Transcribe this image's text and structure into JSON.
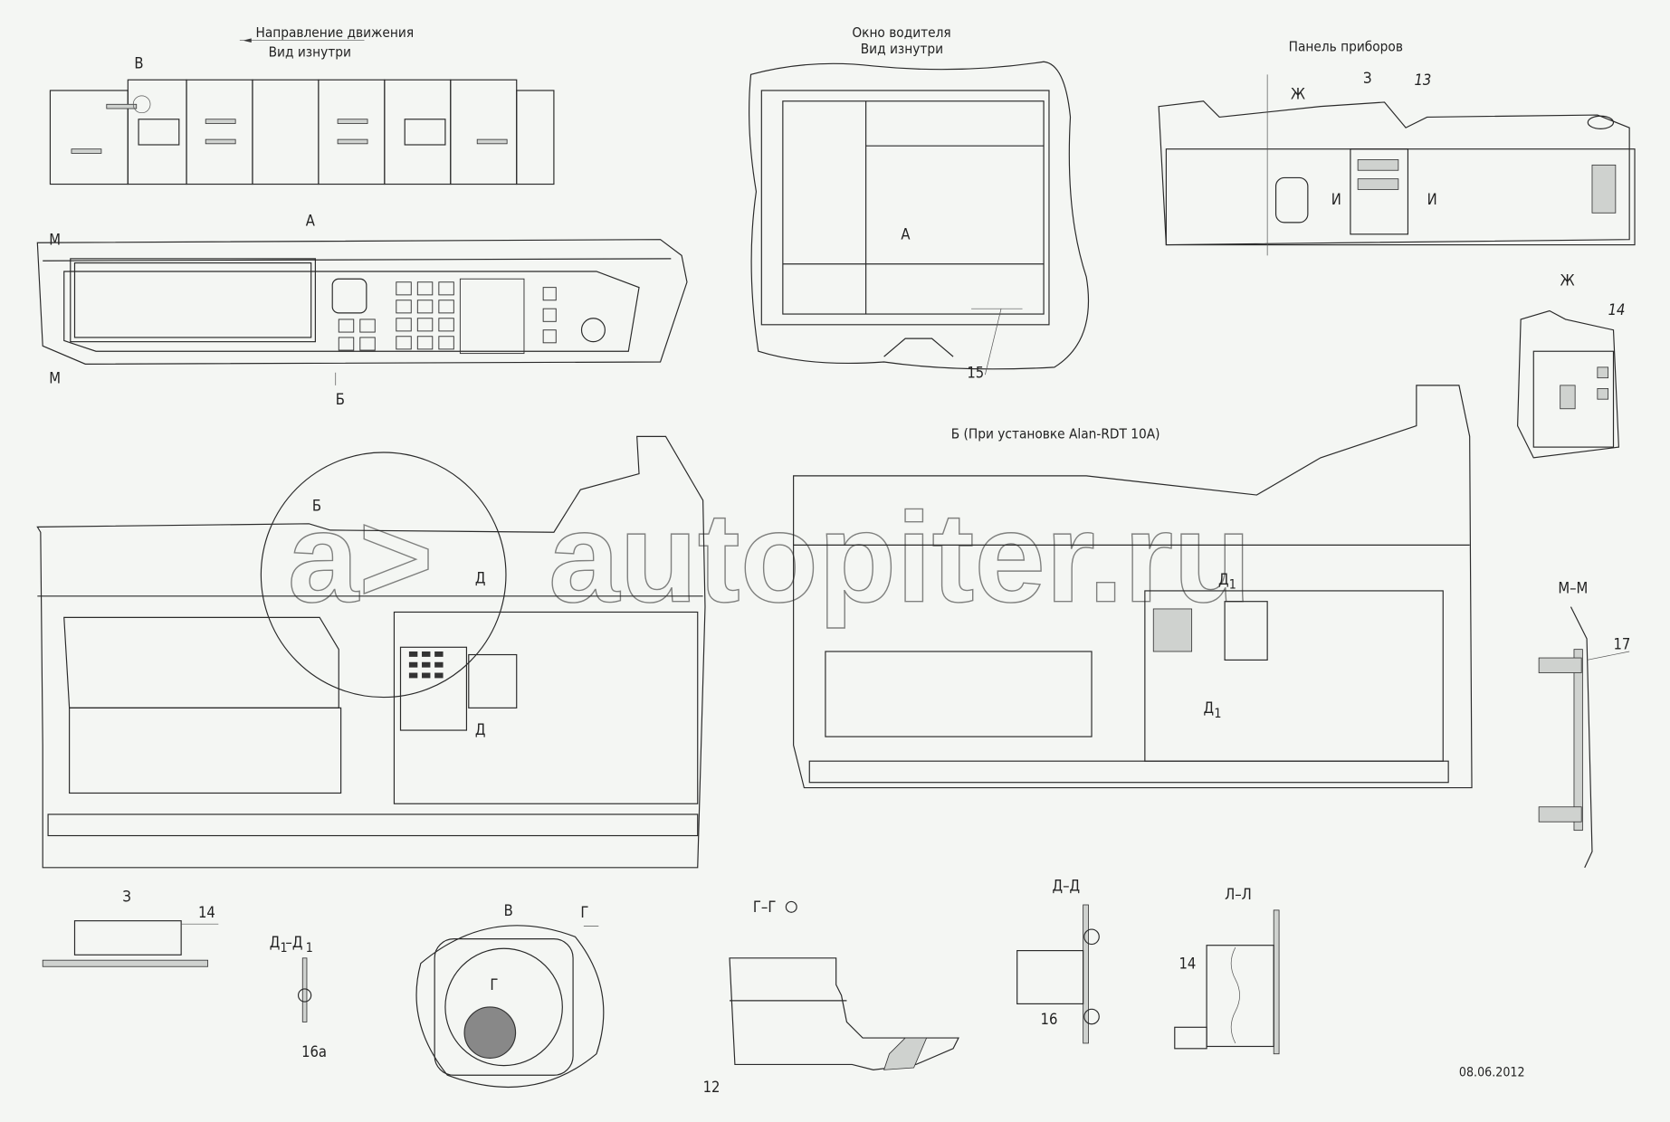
{
  "views": {
    "direction_title": "Направление движения",
    "direction_subtitle": "Вид изнутри",
    "driver_window_title": "Окно водителя",
    "driver_window_subtitle": "Вид изнутри",
    "instrument_panel_title": "Панель приборов",
    "view_b_title": "Б (При установке Alan-RDT 10A)"
  },
  "labels": {
    "v_top": "В",
    "a_top": "А",
    "m_top": "М",
    "m_bottom": "М",
    "b_arrow": "Б",
    "a_window": "А",
    "n15": "15",
    "zh_arrow": "Ж",
    "z_callout": "З",
    "n13": "13",
    "i_left": "И",
    "i_right": "И",
    "zh_view": "Ж",
    "n14_zh": "14",
    "b_circle": "Б",
    "d_top": "Д",
    "d_bottom": "Д",
    "d1_top": "Д",
    "d1_bottom": "Д",
    "sub1": "1",
    "mm_title": "М–М",
    "n17": "17",
    "z_title": "З",
    "n14_z": "14",
    "d1d1_title": "Д",
    "d1d1_dash": "–Д",
    "n16a": "16а",
    "v_title": "В",
    "g_ref": "Г",
    "g_inner": "Г",
    "gg_title": "Г–Г",
    "n12": "12",
    "dd_title": "Д–Д",
    "n16": "16",
    "ll_title": "Л–Л",
    "n14_ll": "14"
  },
  "date": "08.06.2012",
  "watermark": "autopiter.ru",
  "watermark_logo": "a>"
}
